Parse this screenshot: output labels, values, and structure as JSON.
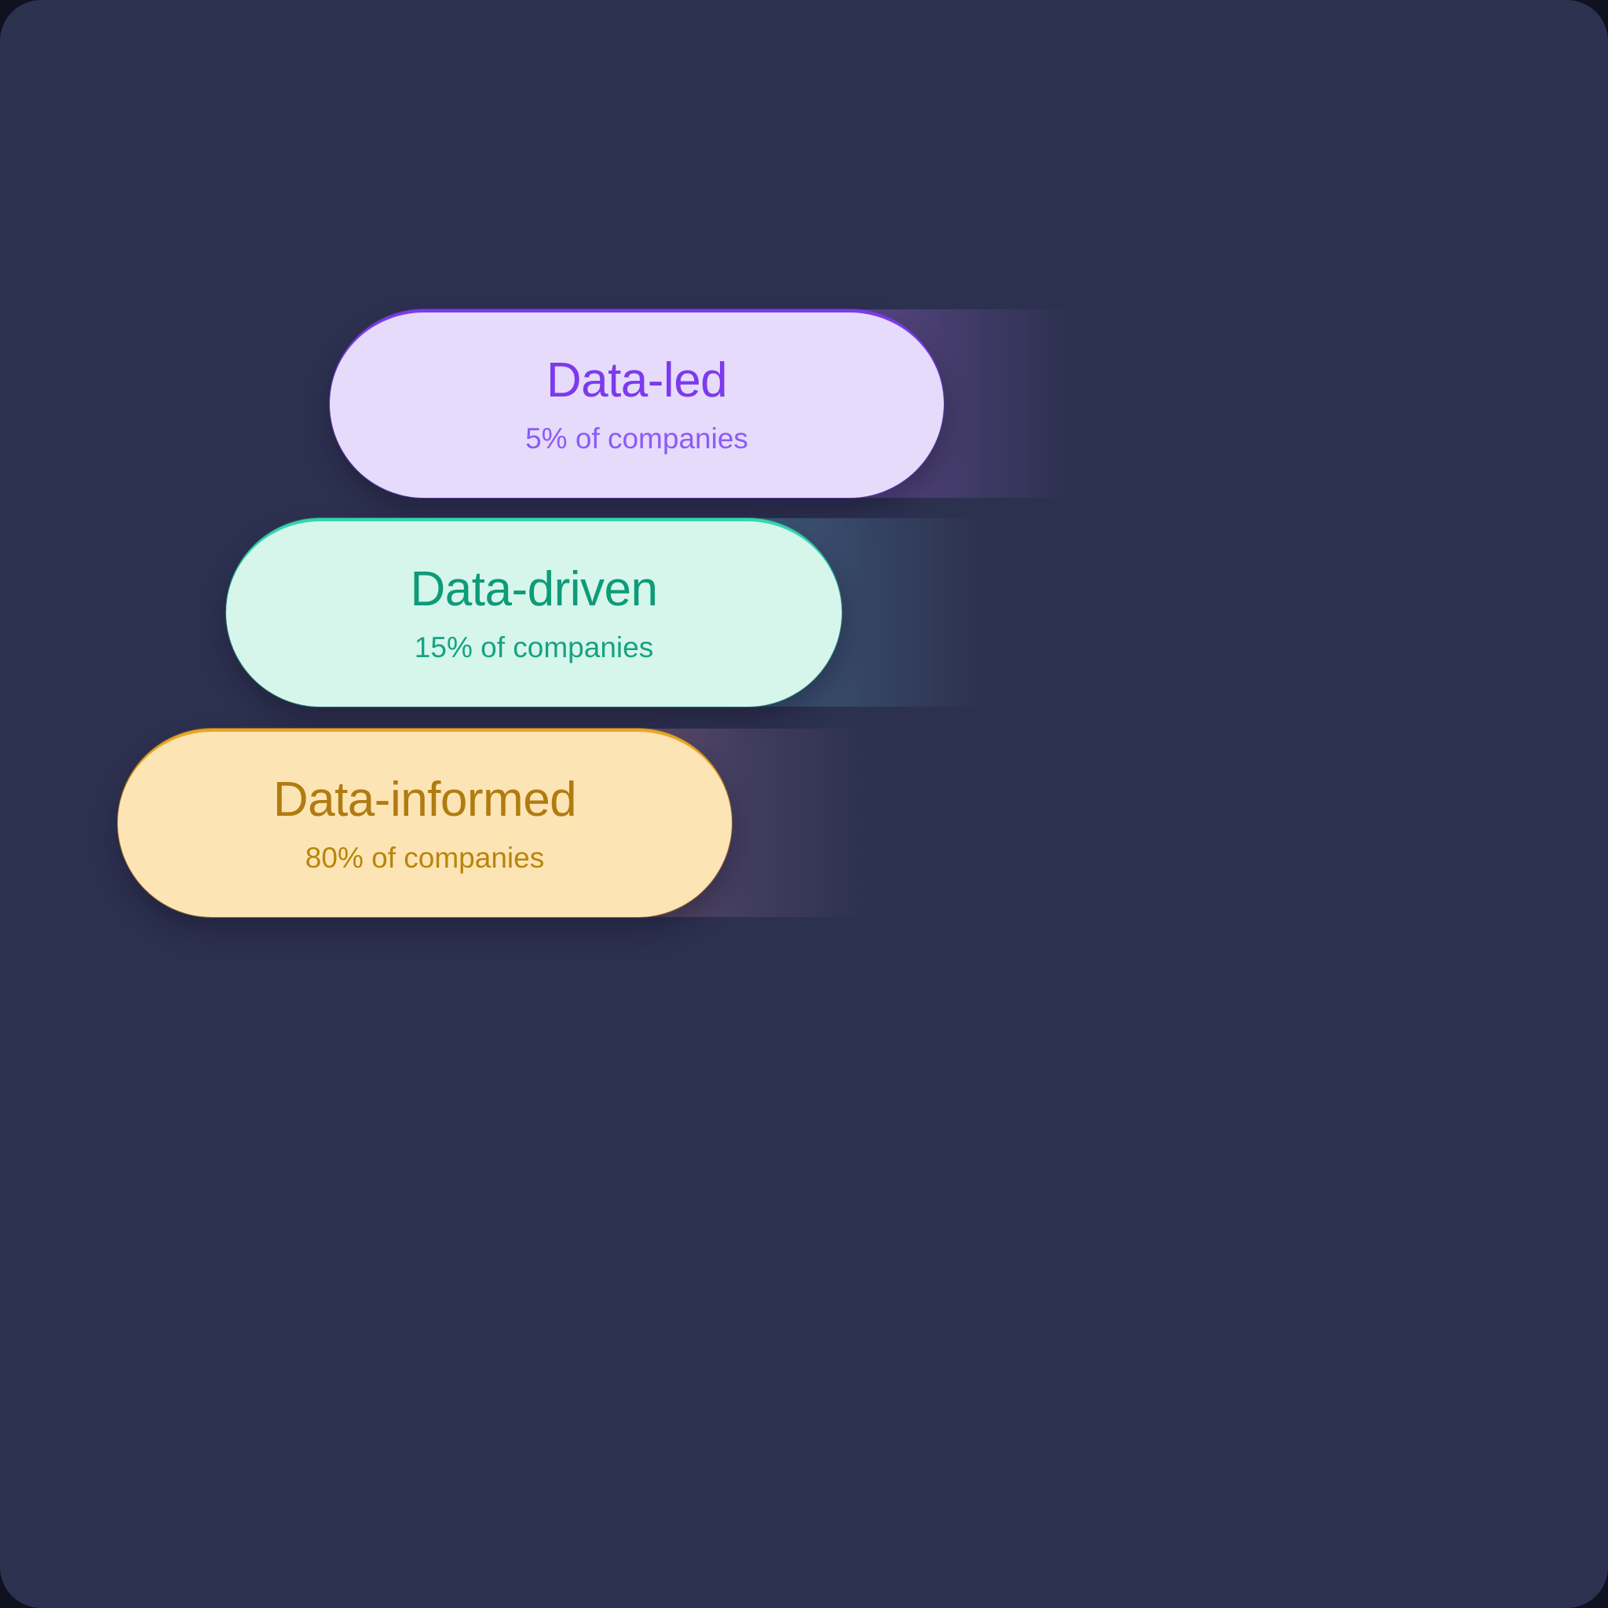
{
  "background_color": "#2d3150",
  "chart_data": {
    "type": "bar",
    "title": "",
    "subtitle": "",
    "xlabel": "",
    "ylabel": "",
    "orientation": "horizontal",
    "legend_position": "none",
    "grid": false,
    "categories": [
      "Data-led",
      "Data-driven",
      "Data-informed"
    ],
    "values": [
      5,
      15,
      80
    ],
    "value_unit": "% of companies",
    "value_labels": [
      "5% of companies",
      "15% of companies",
      "80% of companies"
    ],
    "ylim": [
      0,
      100
    ],
    "note": "Stacked capsule funnel; each tier labelled with its share of companies"
  },
  "tiers": [
    {
      "id": "data-led",
      "title": "Data-led",
      "subtitle": "5% of companies",
      "percent": 5,
      "fill_color": "#e6dbfb",
      "text_color": "#7c3aed",
      "sub_text_color": "#8b5cf6",
      "accent_color": "#7c3aed",
      "trail_color": "#8b5cd6"
    },
    {
      "id": "data-driven",
      "title": "Data-driven",
      "subtitle": "15% of companies",
      "percent": 15,
      "fill_color": "#d6f6ec",
      "text_color": "#0e9b78",
      "sub_text_color": "#16a383",
      "accent_color": "#35d6ad",
      "trail_color": "#2f8fa8"
    },
    {
      "id": "data-informed",
      "title": "Data-informed",
      "subtitle": "80% of companies",
      "percent": 80,
      "fill_color": "#fde4b4",
      "text_color": "#b07b10",
      "sub_text_color": "#b8860b",
      "accent_color": "#e8a723",
      "trail_color": "#c08a4e"
    }
  ]
}
